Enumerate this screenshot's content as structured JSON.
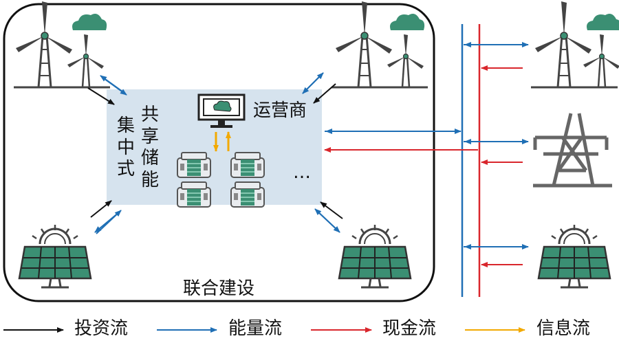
{
  "storage_title": "共享储能",
  "centralized_label": "集中式",
  "operator_label": "运营商",
  "ellipsis": "…",
  "joint_construction": "联合建设",
  "legend": [
    {
      "label": "投资流",
      "color": "#111111"
    },
    {
      "label": "能量流",
      "color": "#1f6fb5"
    },
    {
      "label": "现金流",
      "color": "#d9262c"
    },
    {
      "label": "信息流",
      "color": "#f2a900"
    }
  ],
  "colors": {
    "storage_bg": "#d6e3ee",
    "accent_green": "#3b8f73",
    "device_gray": "#555555",
    "energy": "#1f6fb5",
    "cash": "#d9262c",
    "info": "#f2a900",
    "invest": "#111111"
  },
  "icons": [
    "wind-turbine-icon",
    "cloud-icon",
    "solar-panel-icon",
    "power-tower-icon",
    "battery-icon",
    "monitor-icon"
  ]
}
